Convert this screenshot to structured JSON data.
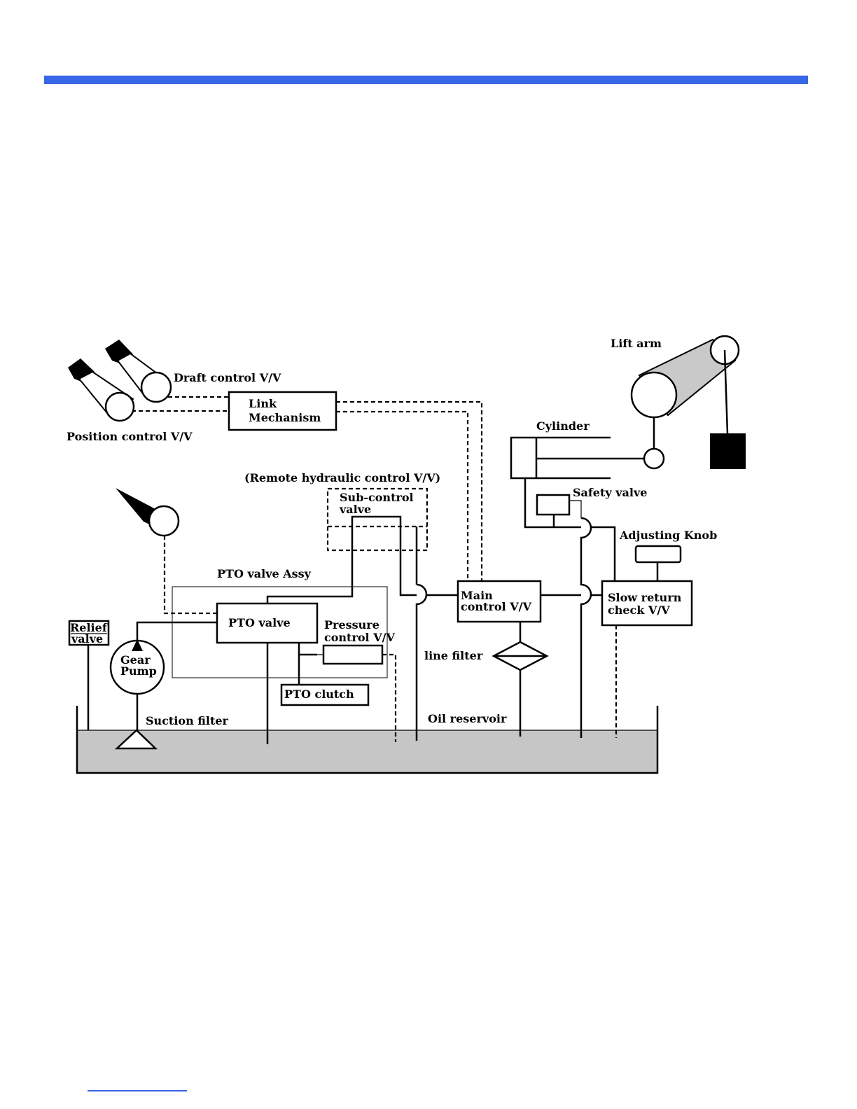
{
  "colors": {
    "accent_bar": "#3766e6",
    "reservoir_fill": "#c6c6c6",
    "lift_arm_fill": "#c9c9c9",
    "footer_line": "#3766e6"
  },
  "diagram": {
    "lift_arm": "Lift arm",
    "draft_control": "Draft control V/V",
    "link_mechanism_1": "Link",
    "link_mechanism_2": "Mechanism",
    "position_control": "Position control V/V",
    "cylinder": "Cylinder",
    "remote_hydraulic": "(Remote hydraulic control V/V)",
    "sub_control_1": "Sub-control",
    "sub_control_2": "valve",
    "safety_valve": "Safety valve",
    "adjusting_knob": "Adjusting Knob",
    "pto_valve_assy": "PTO valve Assy",
    "main_control_1": "Main",
    "main_control_2": "control V/V",
    "slow_return_1": "Slow return",
    "slow_return_2": "check V/V",
    "relief_1": "Relief",
    "relief_2": "valve",
    "pto_valve": "PTO valve",
    "pressure_control_1": "Pressure",
    "pressure_control_2": "control V/V",
    "gear_pump_1": "Gear",
    "gear_pump_2": "Pump",
    "line_filter": "line filter",
    "pto_clutch": "PTO clutch",
    "suction_filter": "Suction filter",
    "oil_reservoir": "Oil reservoir"
  }
}
